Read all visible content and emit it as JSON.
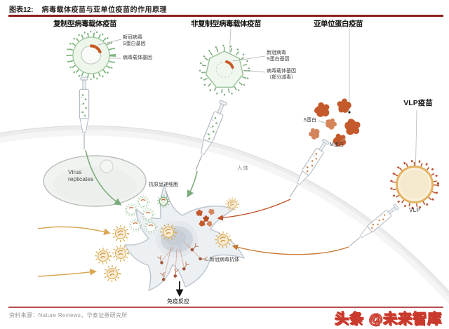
{
  "header": {
    "figure_label": "图表12:",
    "figure_title": "病毒载体疫苗与亚单位疫苗的作用原理"
  },
  "columns": {
    "replicating": {
      "title": "复制型病毒载体疫苗",
      "s_gene_label": "新冠病毒\nS蛋白基因",
      "vector_gene_label": "病毒载体基因"
    },
    "non_replicating": {
      "title": "非复制型病毒载体疫苗",
      "s_gene_label": "新冠病毒\nS蛋白基因",
      "vector_gene_label": "病毒载体基因\n（部分减毒）"
    },
    "subunit": {
      "title": "亚单位蛋白疫苗",
      "s_protein_label": "S蛋白",
      "m_protein_label": "M蛋白"
    },
    "vlp": {
      "title": "VLP疫苗",
      "particle_label": "VLP"
    }
  },
  "body": {
    "human_body_label": "人体",
    "virus_replicates_label": "Virus\nreplicates",
    "apc_label": "抗原呈递细胞",
    "antibody_label": "新冠病毒抗体",
    "immune_response_label": "免疫反应"
  },
  "footer": {
    "source": "资料来源：Nature Reviews，华泰证券研究所",
    "watermark": "头条 @未来智库"
  },
  "colors": {
    "accent_red": "#8e2020",
    "footer_rule_red": "#b84c4c",
    "virus_green": "#76b076",
    "protein_orange": "#c45a2b",
    "vlp_gold": "#e3b362",
    "vlp_spike_red": "#b9502c",
    "arrow_tan": "#d9a855",
    "watermark_red": "#c93a2c"
  }
}
